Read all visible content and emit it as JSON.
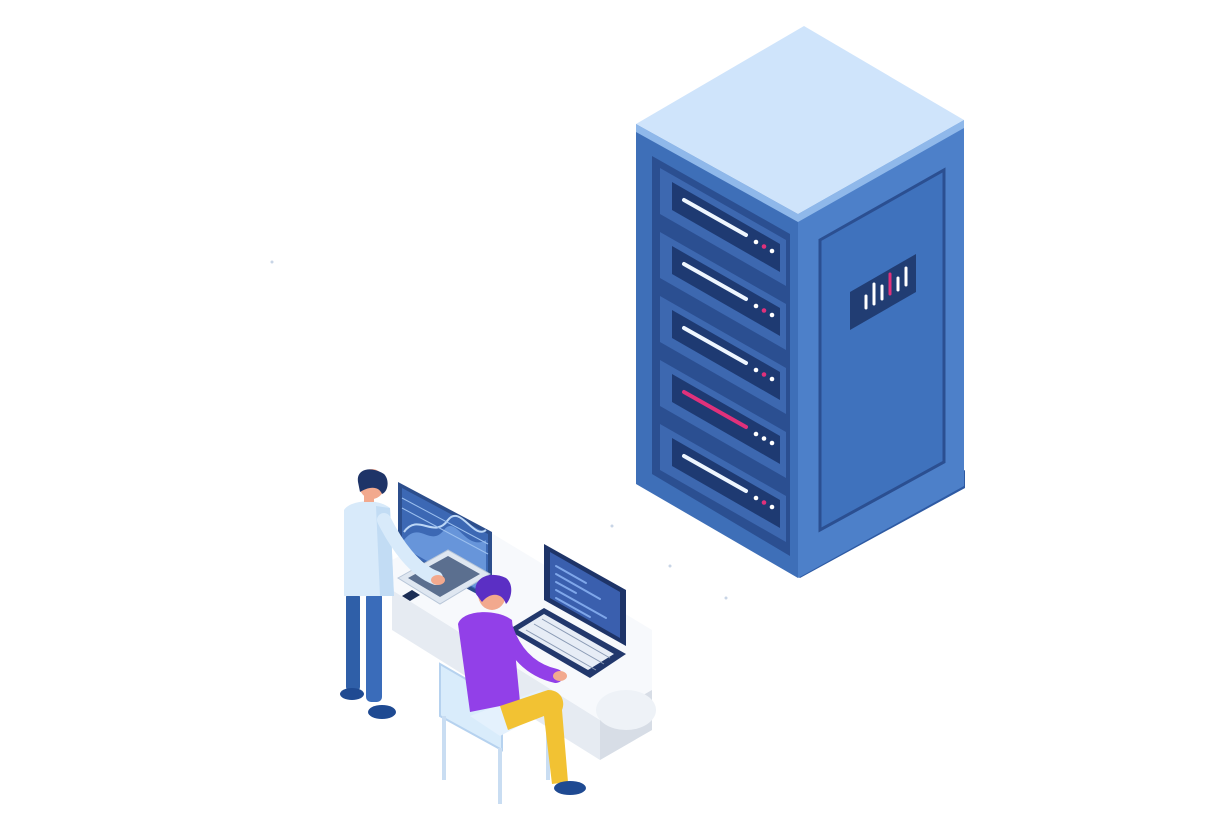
{
  "scene": {
    "subject": "isometric-server-room-illustration",
    "objects": [
      "server-rack",
      "standing-person",
      "seated-person",
      "desk",
      "monitor",
      "laptop",
      "chair"
    ]
  },
  "colors": {
    "background": "#ffffff",
    "rack_top": "#cfe4fb",
    "rack_front": "#3e6fb8",
    "rack_side": "#4a7cc6",
    "rack_dark": "#2b4f91",
    "slot_light": "#eef6ff",
    "slot_alert": "#e0317b",
    "desk_top": "#ffffff",
    "desk_side": "#e6ebf2",
    "shirt_standing": "#d8eafa",
    "pants_standing": "#2f5fa8",
    "shirt_seated": "#9240e8",
    "pants_seated": "#f2c233",
    "hair": "#1e3468",
    "chair": "#d9ecfb"
  },
  "server_slots": [
    {
      "status": "normal"
    },
    {
      "status": "normal"
    },
    {
      "status": "normal"
    },
    {
      "status": "alert"
    },
    {
      "status": "normal"
    }
  ]
}
